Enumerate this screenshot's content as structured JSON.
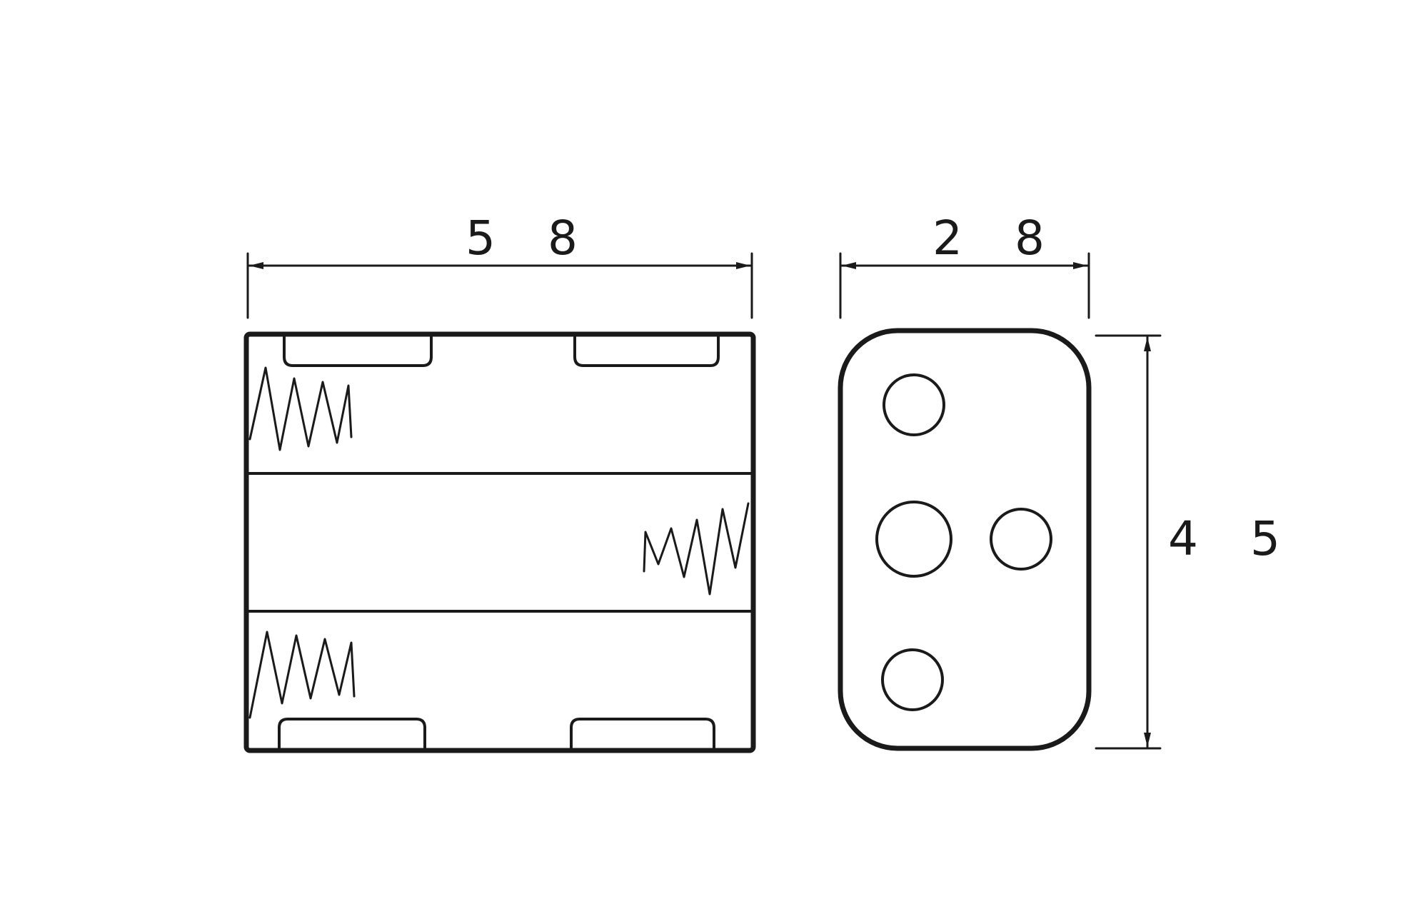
{
  "drawing": {
    "front_view": {
      "width_label": "5 8"
    },
    "end_view": {
      "width_label": "2 8",
      "height_label": "4 5"
    }
  },
  "colors": {
    "ink": "#1a1a1a",
    "background": "#ffffff"
  }
}
